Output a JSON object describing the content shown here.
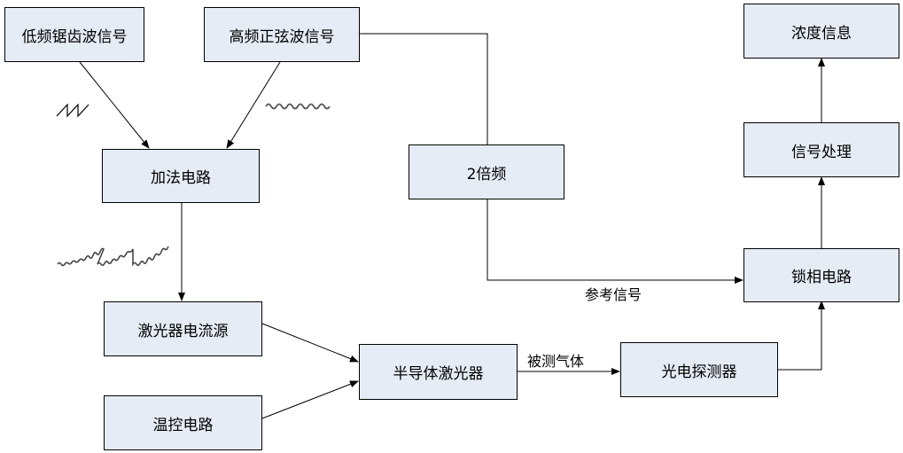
{
  "diagram": {
    "nodes": {
      "sawtooth": "低频锯齿波信号",
      "sine": "高频正弦波信号",
      "adder": "加法电路",
      "doubler": "2倍频",
      "laser_driver": "激光器电流源",
      "temp_control": "温控电路",
      "laser": "半导体激光器",
      "detector": "光电探测器",
      "lockin": "锁相电路",
      "processing": "信号处理",
      "concentration": "浓度信息"
    },
    "edge_labels": {
      "reference": "参考信号",
      "gas": "被测气体"
    }
  }
}
